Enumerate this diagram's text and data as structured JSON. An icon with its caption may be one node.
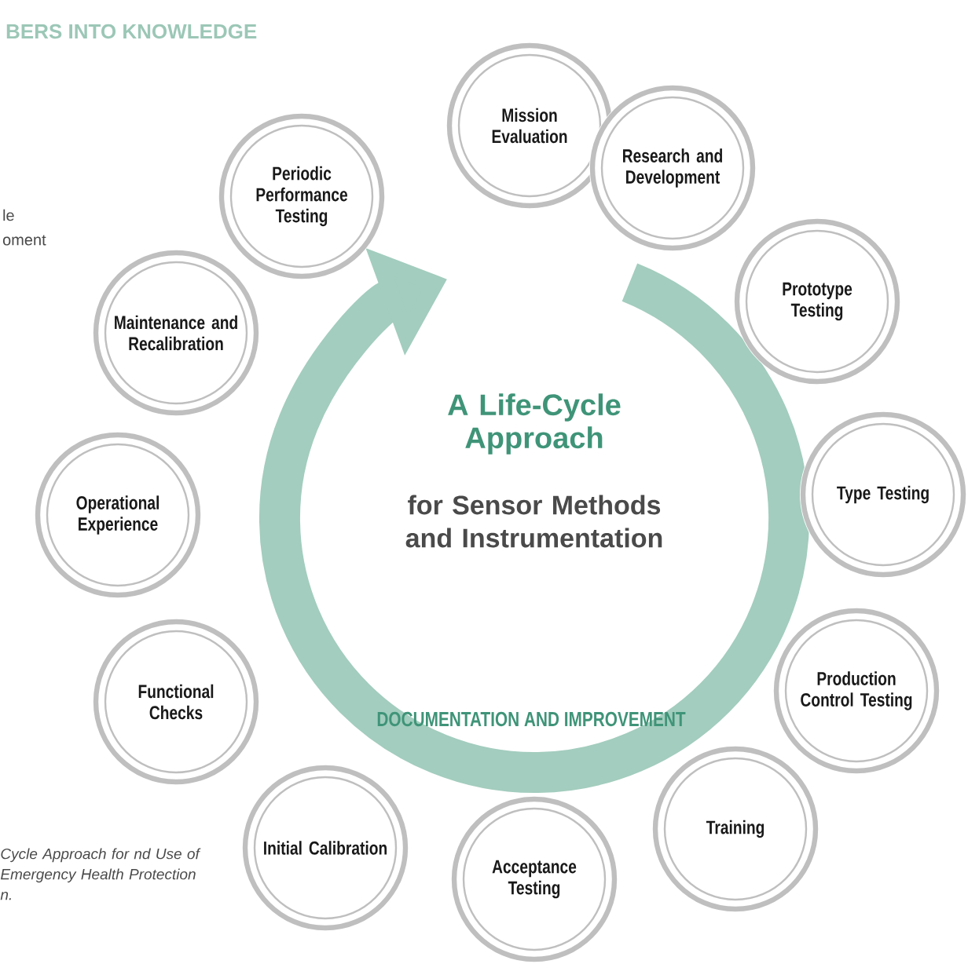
{
  "diagram": {
    "nodes": [
      {
        "text": [
          "Mission Evaluation"
        ]
      },
      {
        "text": [
          "Research and Development"
        ]
      },
      {
        "text": [
          "Prototype Testing"
        ]
      },
      {
        "text": [
          "Type Testing"
        ]
      },
      {
        "text": [
          "Production Control Testing"
        ]
      },
      {
        "text": [
          "Training"
        ]
      },
      {
        "text": [
          "Acceptance Testing"
        ]
      },
      {
        "text": [
          "Initial Calibration"
        ]
      },
      {
        "text": [
          "Functional Checks"
        ]
      },
      {
        "text": [
          "Operational Experience"
        ]
      },
      {
        "text": [
          "Maintenance and Recalibration"
        ]
      },
      {
        "text": [
          "Periodic Performance Testing"
        ]
      }
    ],
    "edges": [],
    "labels": [
      "BERS INTO KNOWLEDGE",
      "le",
      "oment",
      "A Life-Cycle Approach",
      "for Sensor Methods and Instrumentation",
      "DOCUMENTATION AND IMPROVEMENT",
      "Cycle Approach for nd Use of Emergency Health Protection n."
    ]
  }
}
